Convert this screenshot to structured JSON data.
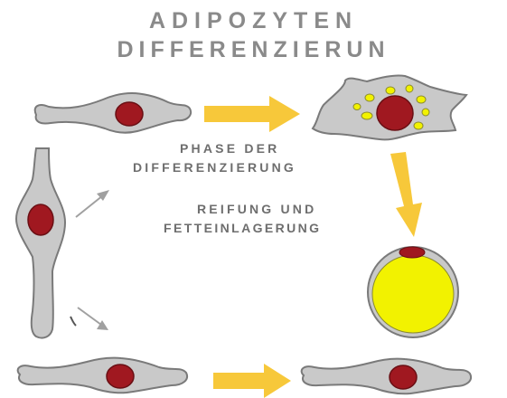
{
  "title": {
    "line1": "ADIPOZYTEN",
    "line2": "DIFFERENZIERUN"
  },
  "labels": {
    "differentiation_phase": {
      "line1": "PHASE DER",
      "line2": "DIFFERENZIERUNG"
    },
    "maturation": {
      "line1": "REIFUNG UND",
      "line2": "FETTEINLAGERUNG"
    }
  },
  "colors": {
    "title_text": "#8a8a8a",
    "label_text": "#6e6e6e",
    "cell_body": "#c9c9c9",
    "cell_outline": "#7a7a7a",
    "nucleus": "#a01820",
    "lipid_droplet": "#f2f200",
    "arrow_yellow": "#f7c83a",
    "arrow_gray": "#a0a0a0"
  }
}
